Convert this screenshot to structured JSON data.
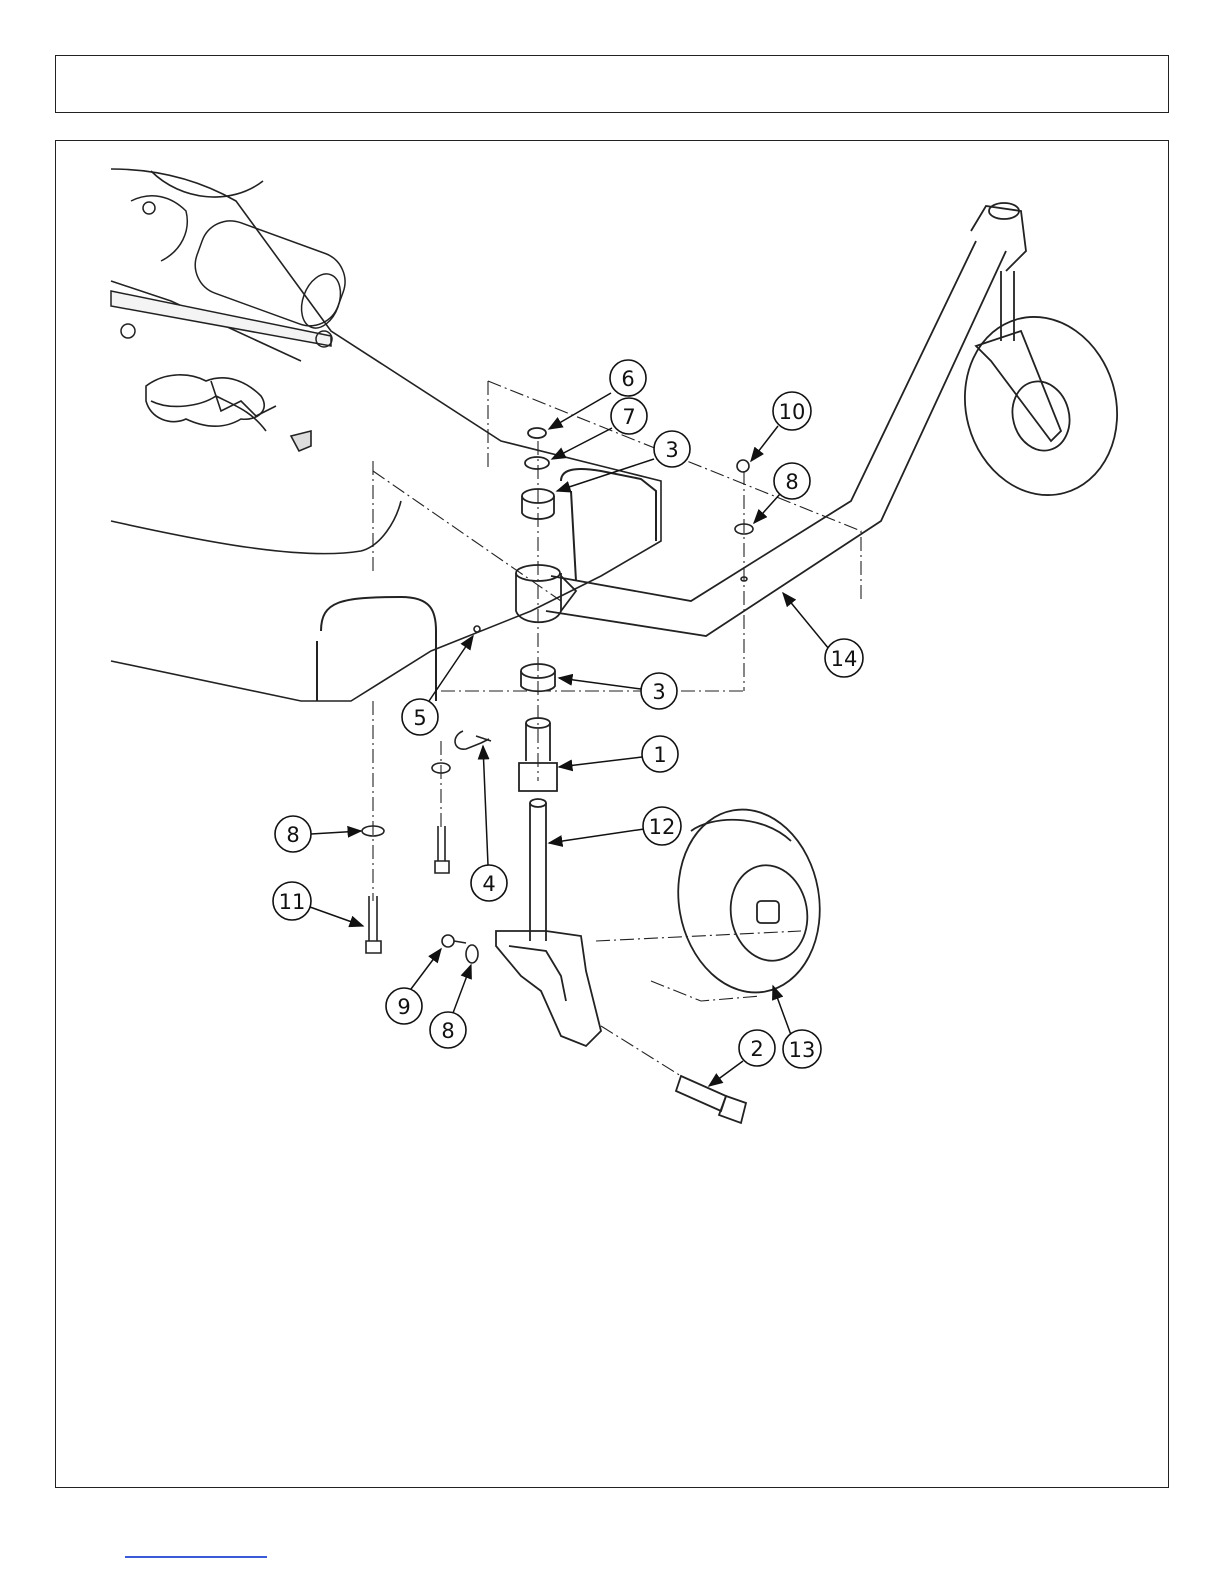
{
  "callouts": [
    {
      "id": "c6",
      "label": "6"
    },
    {
      "id": "c7",
      "label": "7"
    },
    {
      "id": "c3a",
      "label": "3"
    },
    {
      "id": "c10",
      "label": "10"
    },
    {
      "id": "c8a",
      "label": "8"
    },
    {
      "id": "c14",
      "label": "14"
    },
    {
      "id": "c5",
      "label": "5"
    },
    {
      "id": "c3b",
      "label": "3"
    },
    {
      "id": "c1",
      "label": "1"
    },
    {
      "id": "c12",
      "label": "12"
    },
    {
      "id": "c4",
      "label": "4"
    },
    {
      "id": "c8b",
      "label": "8"
    },
    {
      "id": "c11",
      "label": "11"
    },
    {
      "id": "c9",
      "label": "9"
    },
    {
      "id": "c8c",
      "label": "8"
    },
    {
      "id": "c2",
      "label": "2"
    },
    {
      "id": "c13",
      "label": "13"
    }
  ],
  "colors": {
    "line": "#222222",
    "link": "#3a5bd9"
  }
}
